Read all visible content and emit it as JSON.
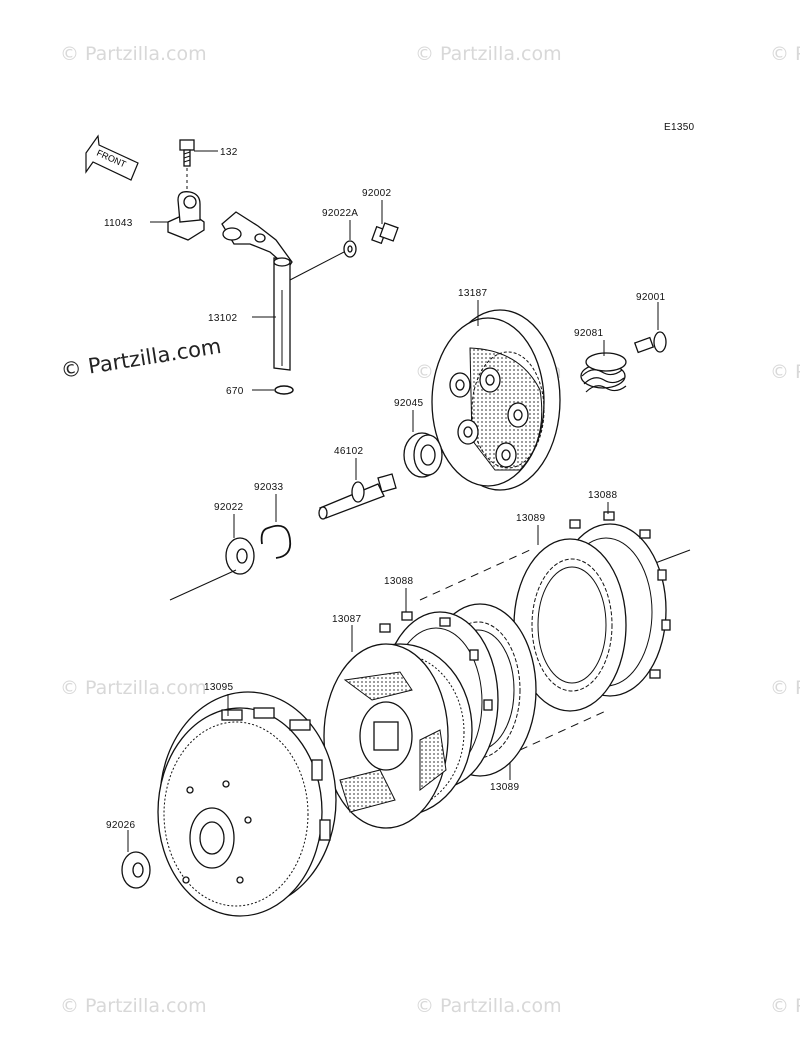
{
  "diagram_code": "E1350",
  "front_arrow_text": "FRONT",
  "watermark_main": "© Partzilla.com",
  "watermark_faded": "© Partzilla.com",
  "parts": {
    "p132": "132",
    "p11043": "11043",
    "p92022A": "92022A",
    "p92002": "92002",
    "p13102": "13102",
    "p670": "670",
    "p13187": "13187",
    "p92001": "92001",
    "p92081": "92081",
    "p92045": "92045",
    "p46102": "46102",
    "p92033": "92033",
    "p92022": "92022",
    "p13088_top": "13088",
    "p13089_top": "13089",
    "p13088_mid": "13088",
    "p13087": "13087",
    "p13089_bottom": "13089",
    "p13095": "13095",
    "p92026": "92026"
  }
}
